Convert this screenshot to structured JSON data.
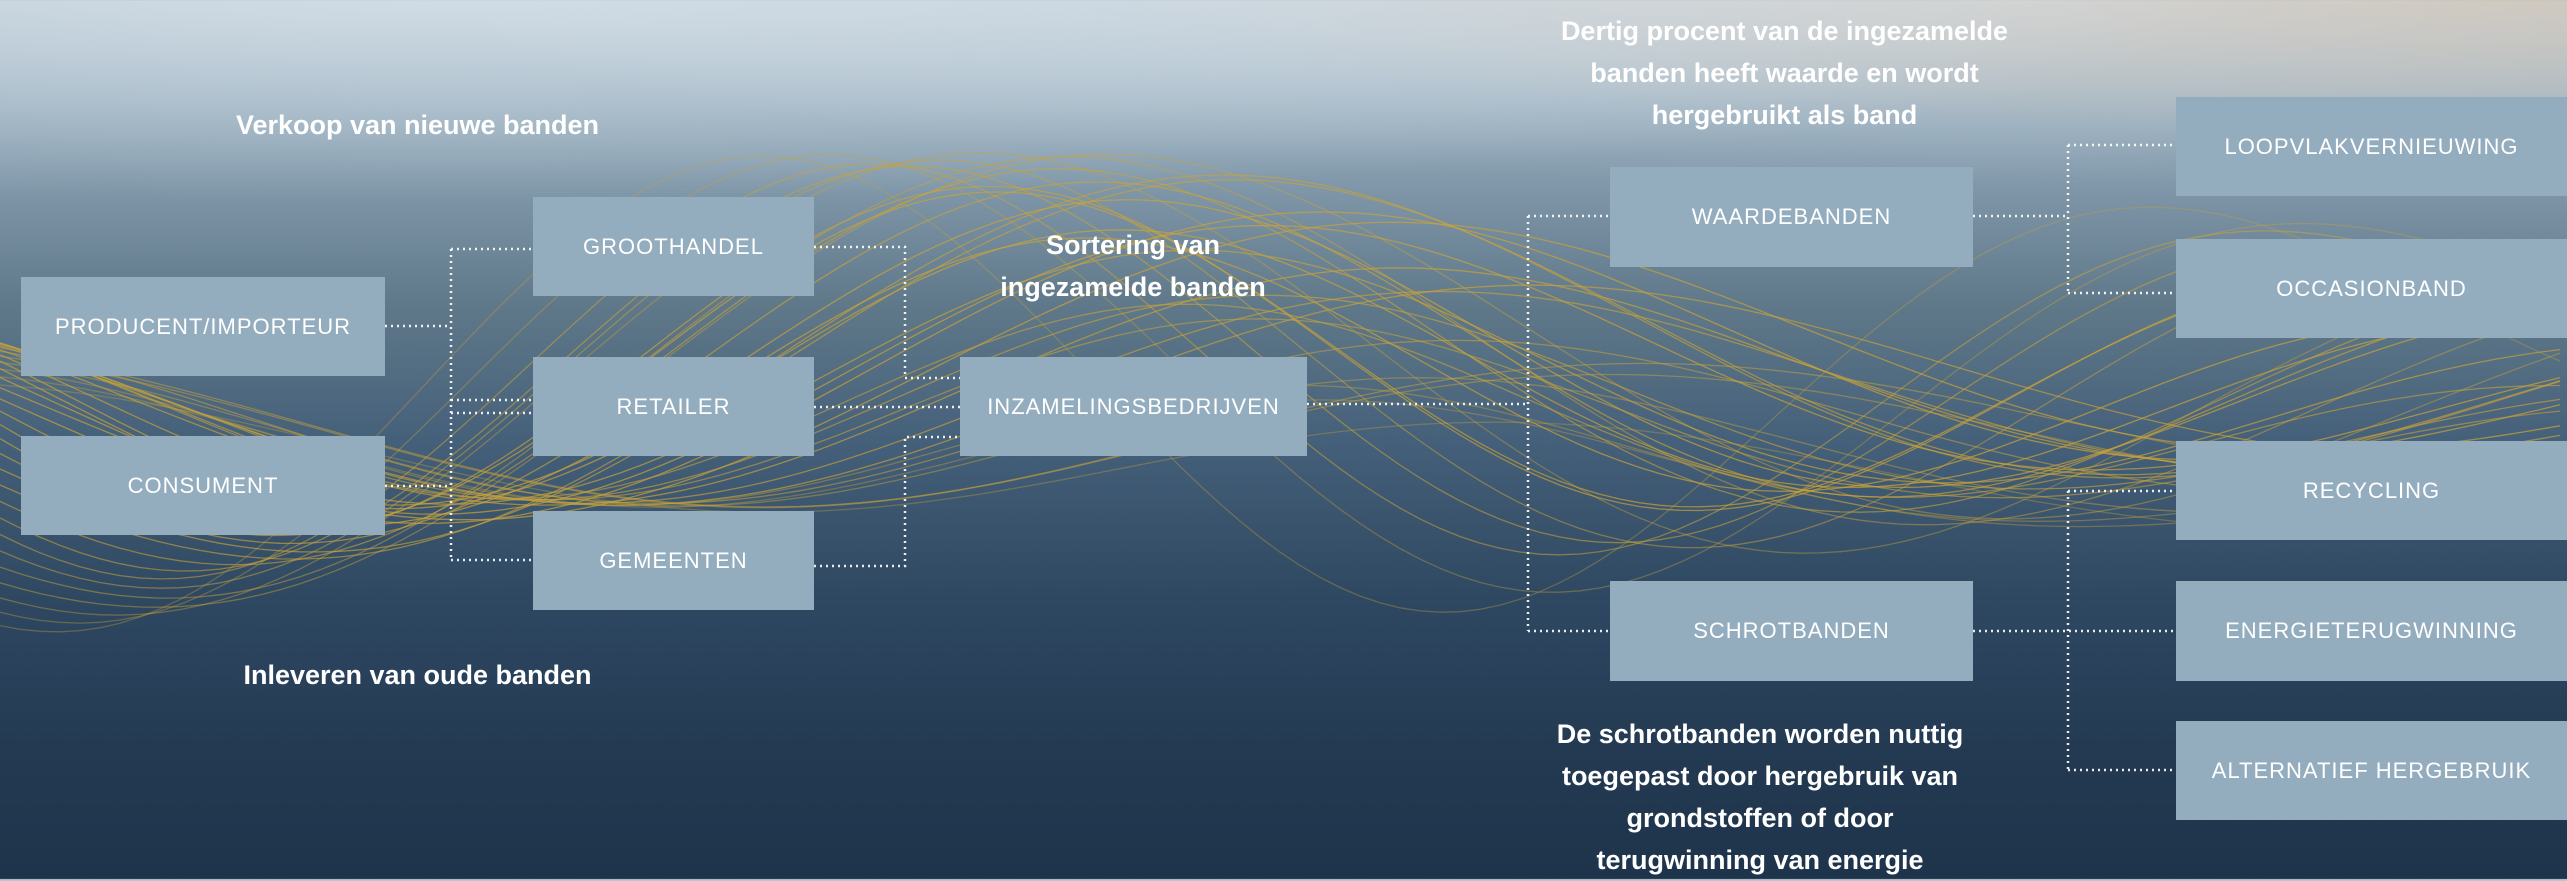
{
  "notes": {
    "new_tyres": "Verkoop van nieuwe banden",
    "old_tyres": "Inleveren van oude banden",
    "sorting": "Sortering van ingezamelde banden",
    "value_tyres_note": "Dertig procent van de ingezamelde banden heeft waarde en wordt hergebruikt als band",
    "scrap_tyres_note": "De schrotbanden worden nuttig toegepast door hergebruik van grondstoffen of door terugwinning van energie"
  },
  "nodes": {
    "producer": "PRODUCENT/IMPORTEUR",
    "consumer": "CONSUMENT",
    "wholesale": "GROOTHANDEL",
    "retailer": "RETAILER",
    "municipalities": "GEMEENTEN",
    "collectors": "INZAMELINGSBEDRIJVEN",
    "value_tyres": "WAARDEBANDEN",
    "scrap_tyres": "SCHROTBANDEN",
    "retreading": "LOOPVLAKVERNIEUWING",
    "used_tyre": "OCCASIONBAND",
    "recycling": "RECYCLING",
    "energy_recovery": "ENERGIETERUGWINNING",
    "alternative_reuse": "ALTERNATIEF HERGEBRUIK"
  },
  "colors": {
    "box": "#93adbf",
    "connector": "#ffffff",
    "wave": "#c9a33a"
  }
}
